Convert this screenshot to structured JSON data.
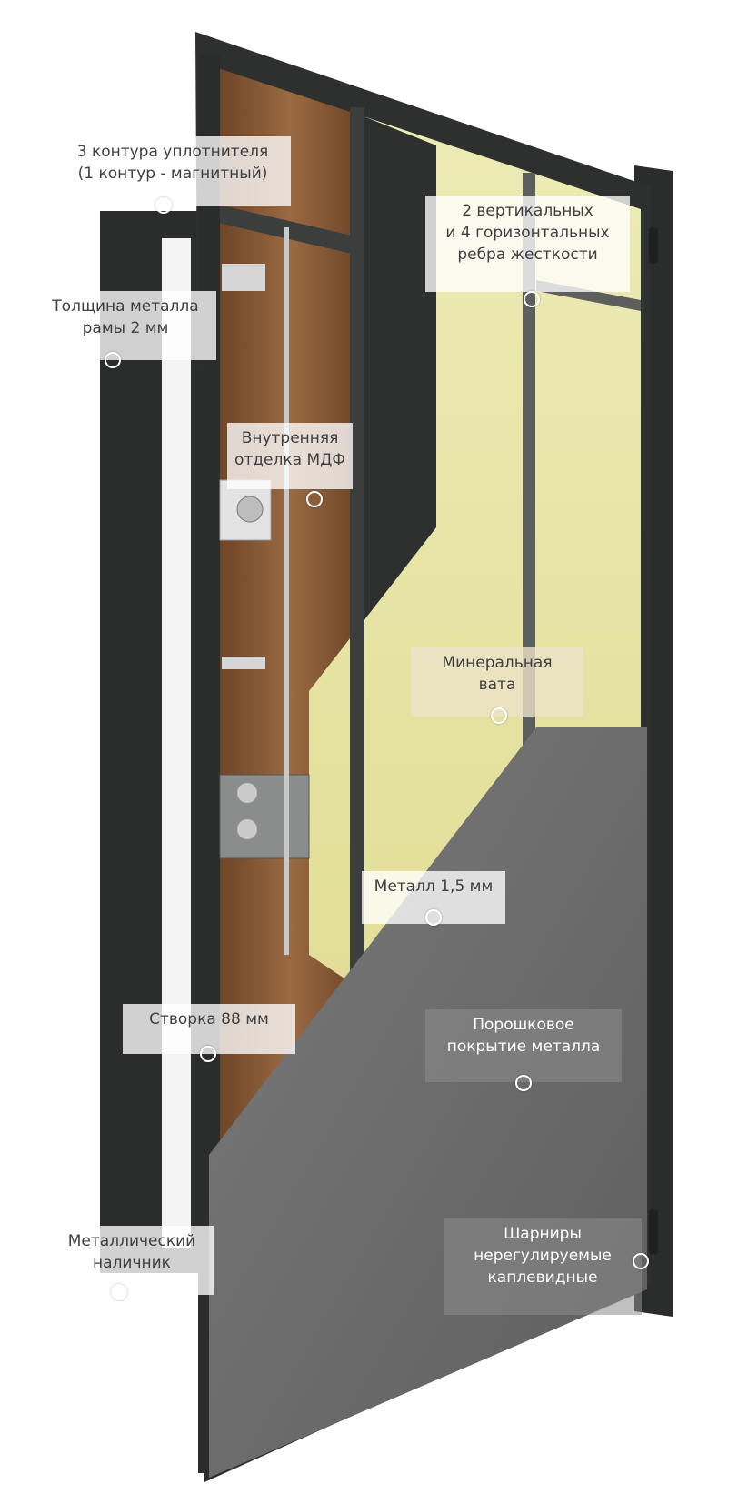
{
  "callouts": {
    "seal_contours": {
      "lines": [
        "3 контура уплотнителя",
        "(1 контур - магнитный)"
      ]
    },
    "stiffening_ribs": {
      "lines": [
        "2 вертикальных",
        "и 4 горизонтальных",
        "ребра жесткости"
      ]
    },
    "frame_metal_thickness": {
      "lines": [
        "Толщина металла",
        "рамы 2 мм"
      ]
    },
    "inner_mdf_finish": {
      "lines": [
        "Внутренняя",
        "отделка МДФ"
      ]
    },
    "mineral_wool": {
      "lines": [
        "Минеральная",
        "вата"
      ]
    },
    "metal_sheet": {
      "lines": [
        "Металл 1,5 мм"
      ]
    },
    "leaf_thickness": {
      "lines": [
        "Створка 88 мм"
      ]
    },
    "powder_coating": {
      "lines": [
        "Порошковое",
        "покрытие металла"
      ]
    },
    "metal_casing": {
      "lines": [
        "Металлический",
        "наличник"
      ]
    },
    "hinges": {
      "lines": [
        "Шарниры",
        "нерегулируемые",
        "каплевидные"
      ]
    }
  },
  "colors": {
    "frame": "#2b2d2c",
    "wood": "#8a5a36",
    "wool": "#e9e6a6",
    "steel": "#6f6f6f",
    "rib": "#3c3e3d",
    "marker": "#ffffff"
  }
}
